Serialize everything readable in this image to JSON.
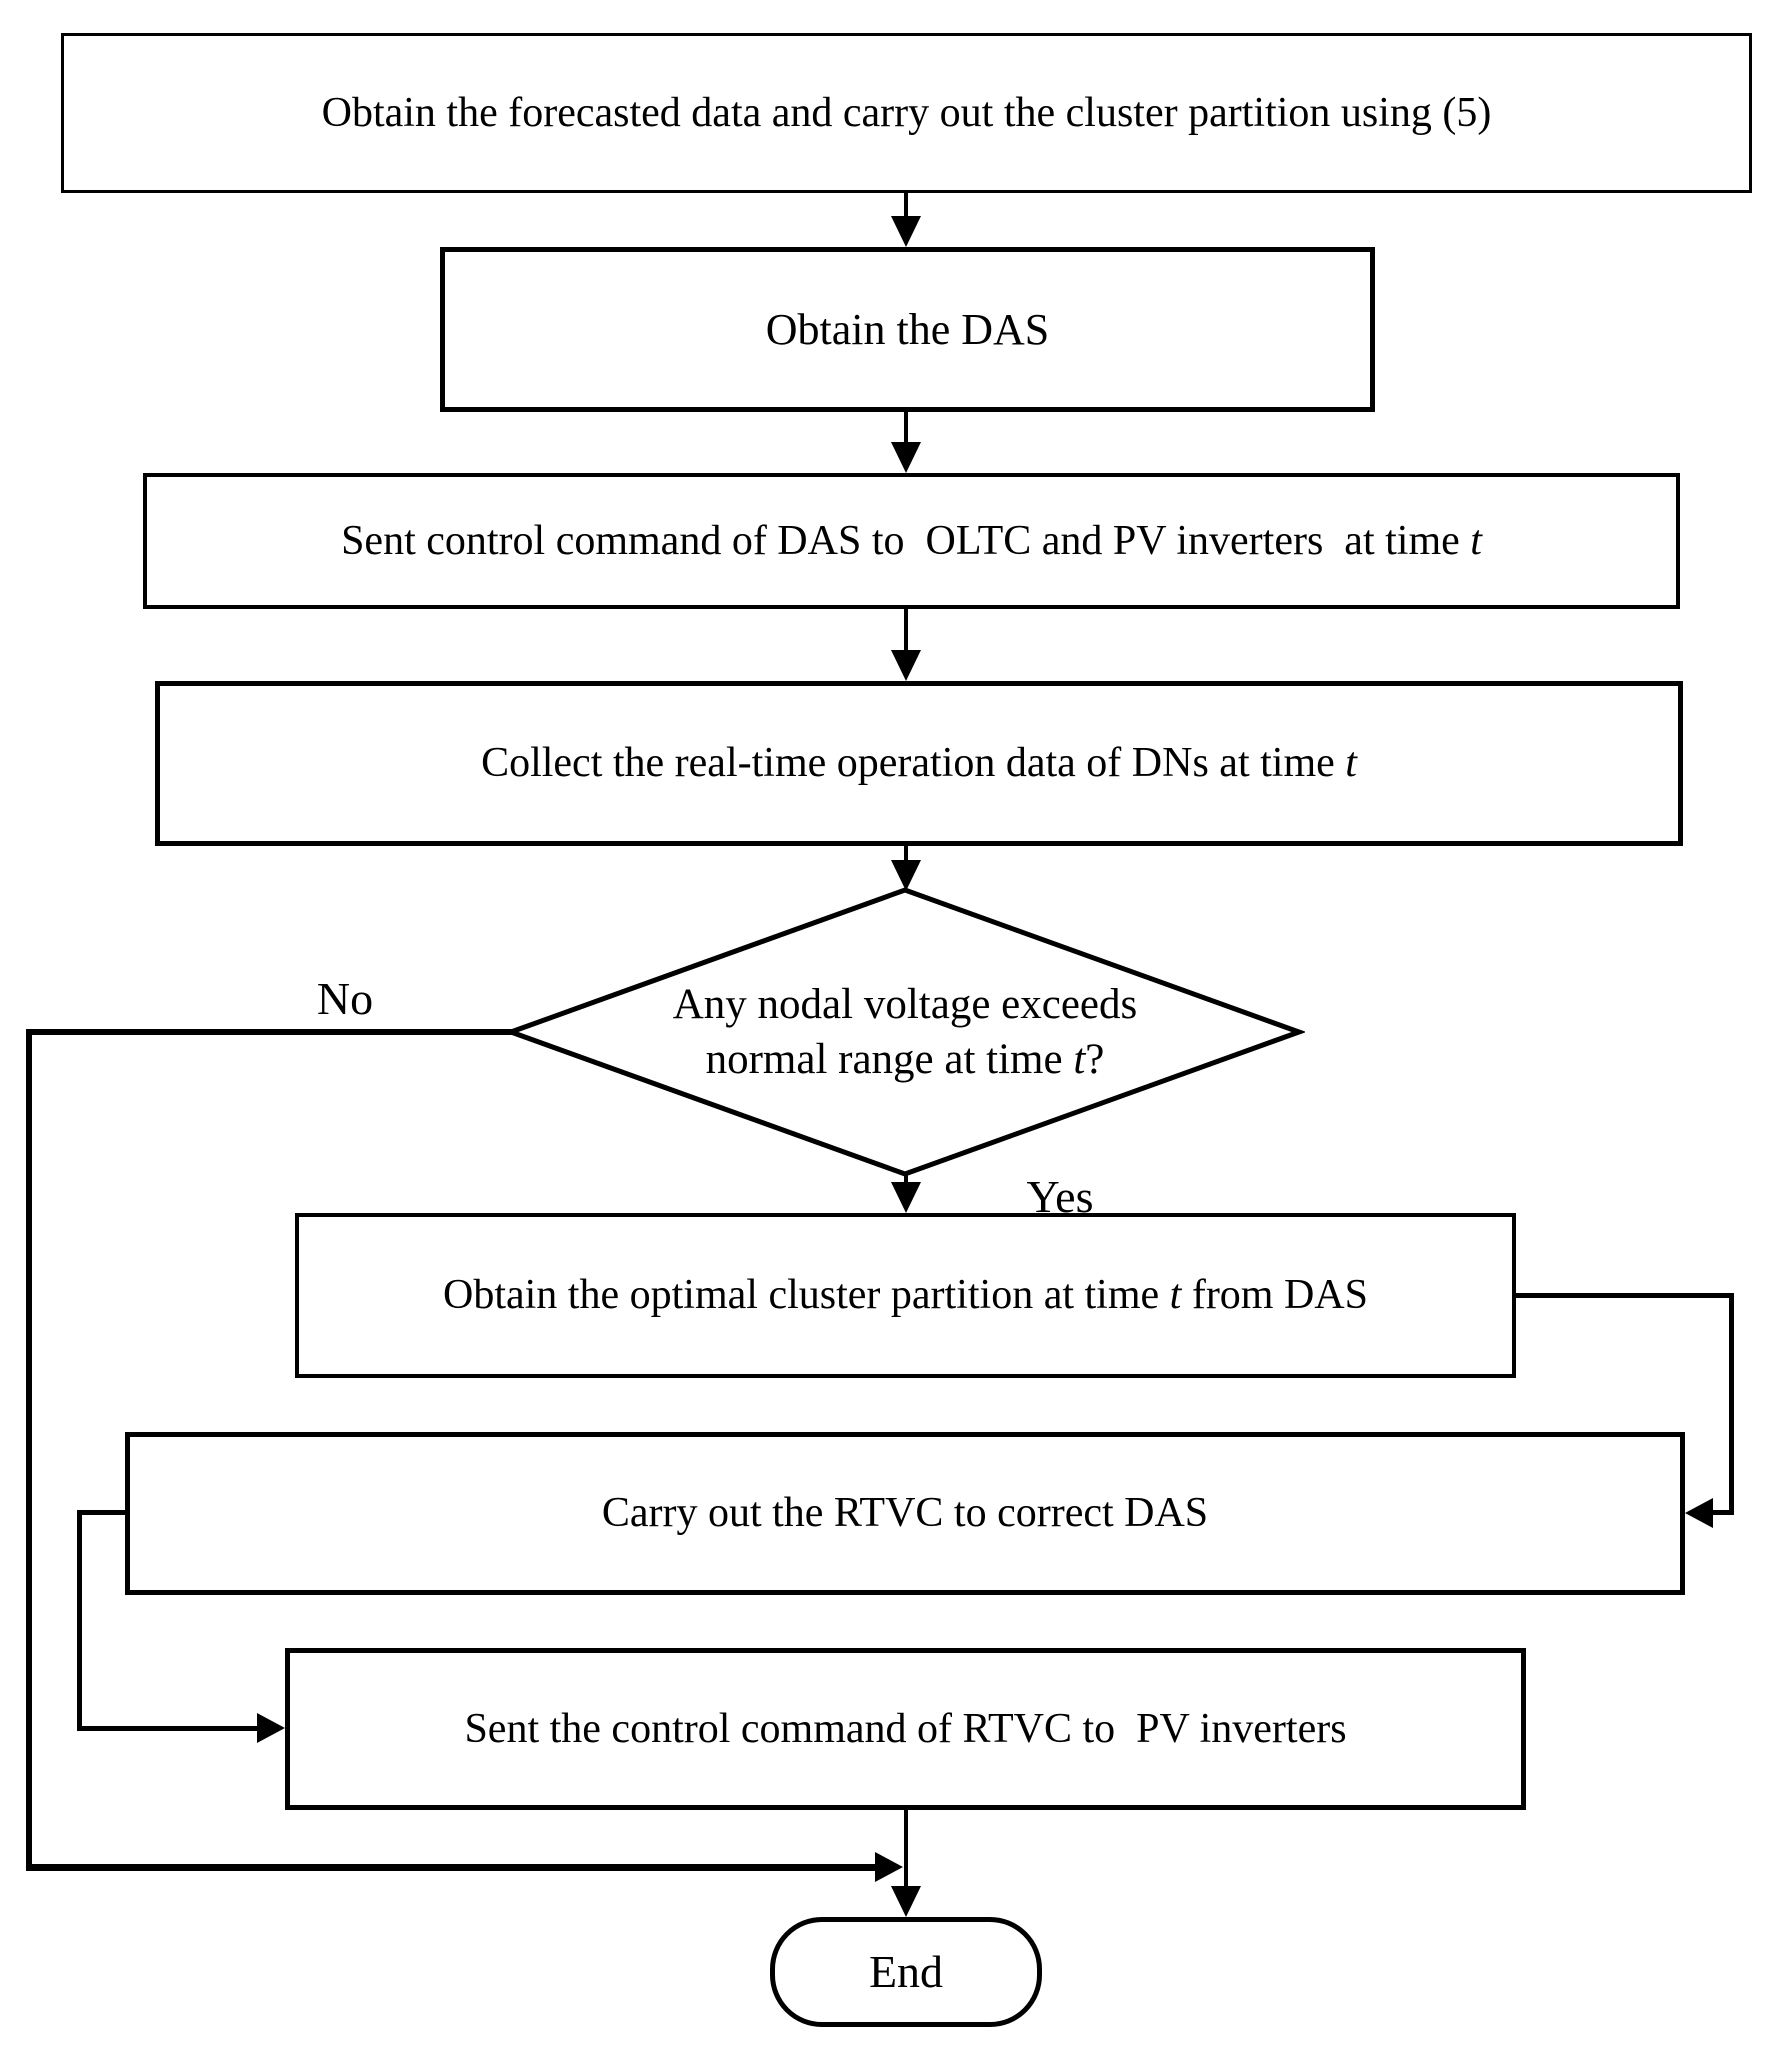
{
  "diagram": {
    "type": "flowchart",
    "colors": {
      "line": "#000000",
      "background": "#ffffff",
      "text": "#000000"
    },
    "labels": {
      "no": "No",
      "yes": "Yes"
    },
    "nodes": {
      "box1": {
        "shape": "process",
        "parts": [
          {
            "t": "Obtain the forecasted data and carry out the cluster partition using (5)"
          }
        ]
      },
      "box2": {
        "shape": "process",
        "parts": [
          {
            "t": "Obtain the DAS"
          }
        ]
      },
      "box3": {
        "shape": "process",
        "parts": [
          {
            "t": "Sent control command of DAS to  OLTC and PV inverters  at time "
          },
          {
            "t": "t",
            "i": true
          }
        ]
      },
      "box4": {
        "shape": "process",
        "parts": [
          {
            "t": "Collect the real-time operation data of DNs at time "
          },
          {
            "t": "t",
            "i": true
          }
        ]
      },
      "decision": {
        "shape": "decision",
        "line1_parts": [
          {
            "t": "Any nodal voltage exceeds"
          }
        ],
        "line2_parts": [
          {
            "t": "normal range at time "
          },
          {
            "t": "t",
            "i": true
          },
          {
            "t": "?"
          }
        ]
      },
      "box5": {
        "shape": "process",
        "parts": [
          {
            "t": "Obtain the optimal cluster partition at time "
          },
          {
            "t": "t",
            "i": true
          },
          {
            "t": " from DAS"
          }
        ]
      },
      "box6": {
        "shape": "process",
        "parts": [
          {
            "t": "Carry out the RTVC to correct DAS"
          }
        ]
      },
      "box7": {
        "shape": "process",
        "parts": [
          {
            "t": "Sent the control command of RTVC to  PV inverters"
          }
        ]
      },
      "end": {
        "shape": "terminator",
        "parts": [
          {
            "t": "End"
          }
        ]
      }
    },
    "edges": [
      {
        "from": "box1",
        "to": "box2"
      },
      {
        "from": "box2",
        "to": "box3"
      },
      {
        "from": "box3",
        "to": "box4"
      },
      {
        "from": "box4",
        "to": "decision"
      },
      {
        "from": "decision",
        "to": "box5",
        "label": "Yes"
      },
      {
        "from": "decision",
        "to": "end",
        "label": "No"
      },
      {
        "from": "box5",
        "to": "box6"
      },
      {
        "from": "box6",
        "to": "box7"
      },
      {
        "from": "box7",
        "to": "end"
      }
    ]
  }
}
